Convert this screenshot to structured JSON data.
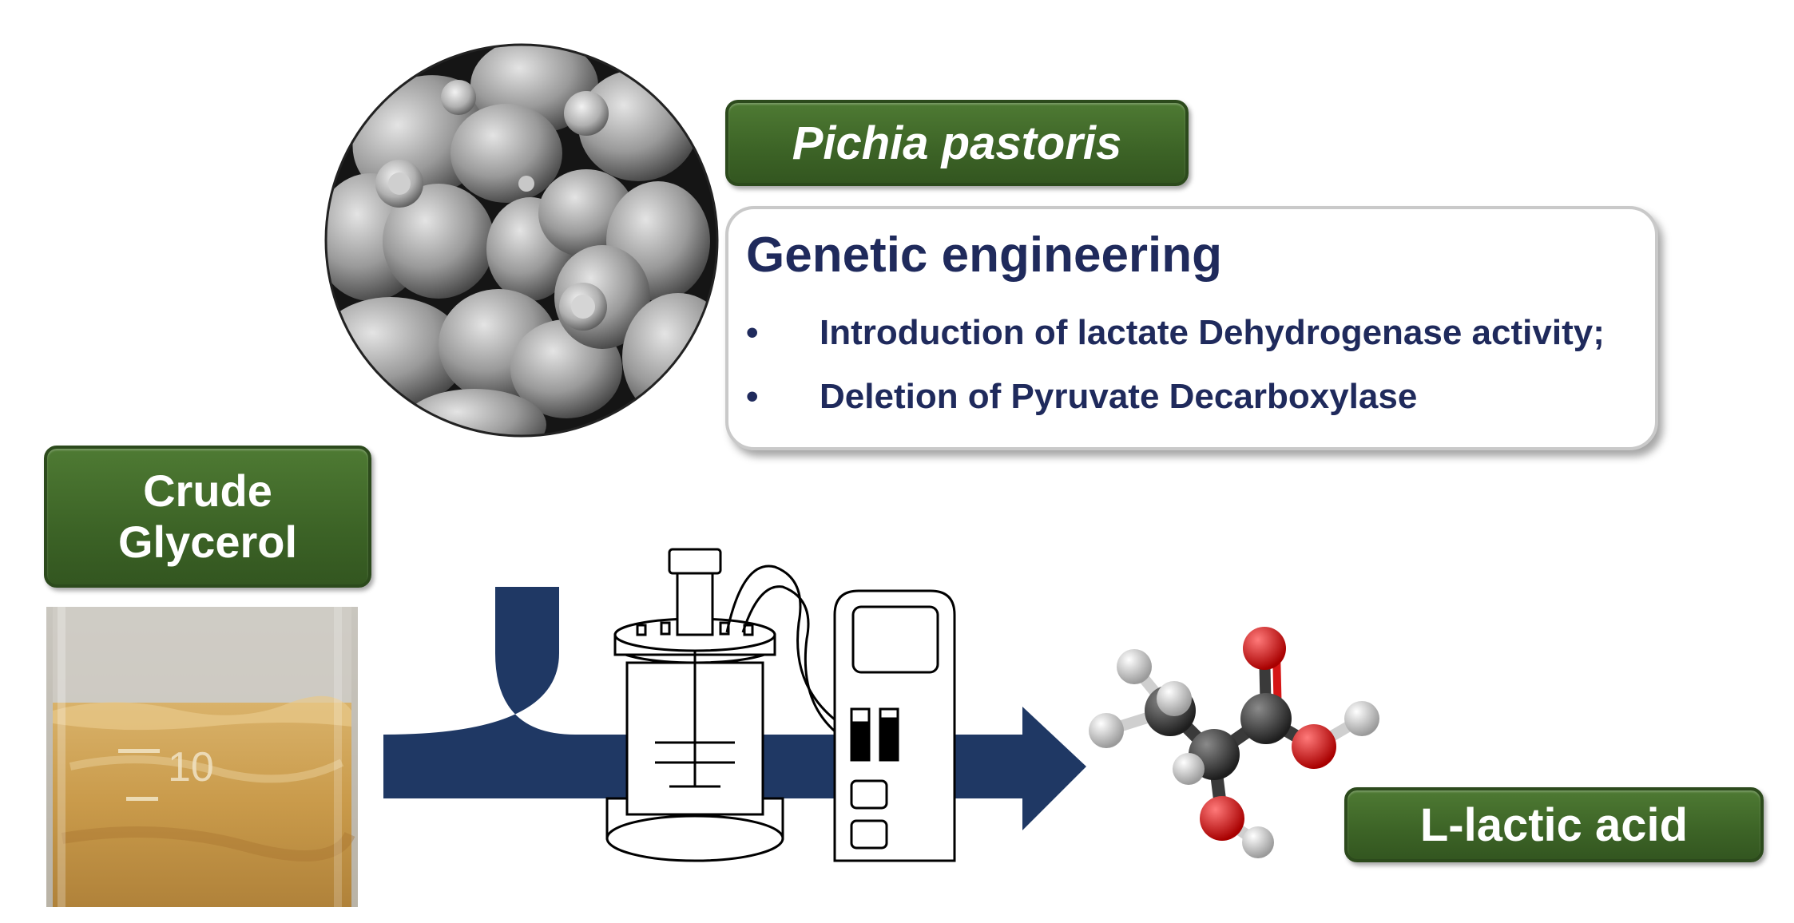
{
  "organism": {
    "label": "Pichia pastoris"
  },
  "engineering": {
    "title": "Genetic engineering",
    "bullets": [
      {
        "marker": "•",
        "text": "Introduction of lactate Dehydrogenase activity;"
      },
      {
        "marker": "•",
        "text": "Deletion of Pyruvate Decarboxylase"
      }
    ]
  },
  "substrate": {
    "line1": "Crude",
    "line2": "Glycerol"
  },
  "beaker": {
    "marking": "10"
  },
  "product": {
    "label": "L-lactic acid"
  },
  "colors": {
    "label_green": "#3c6326",
    "arrow_navy": "#1f3864",
    "text_navy": "#1f2a5c",
    "oxygen_red": "#d51616",
    "carbon_dark": "#3a3a3a"
  },
  "icons": [
    "yeast-sem-micrograph",
    "beaker-photo",
    "bioreactor-icon",
    "controller-icon",
    "lactic-acid-molecule-icon",
    "flow-arrow-icon"
  ]
}
